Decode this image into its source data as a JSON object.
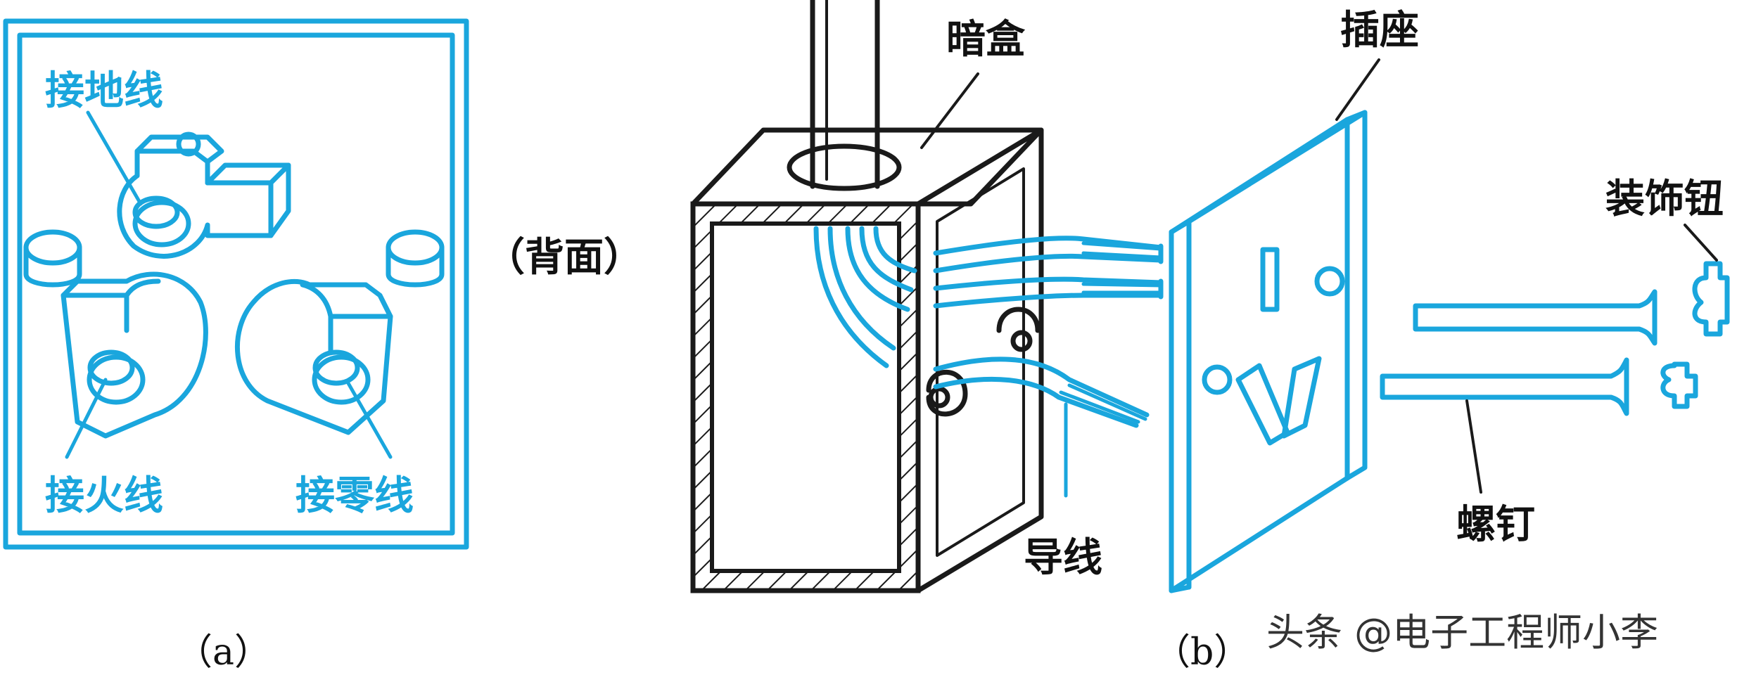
{
  "labels": {
    "ground": "接地线",
    "live": "接火线",
    "neutral": "接零线",
    "back": "（背面）",
    "caption_a": "（a）",
    "box": "暗盒",
    "socket": "插座",
    "button": "装饰钮",
    "wire": "导线",
    "screw": "螺钉",
    "caption_b": "（b）"
  },
  "watermark": "头条 @电子工程师小李",
  "colors": {
    "accent": "#1aa6dd",
    "ink": "#1a1a1a"
  }
}
